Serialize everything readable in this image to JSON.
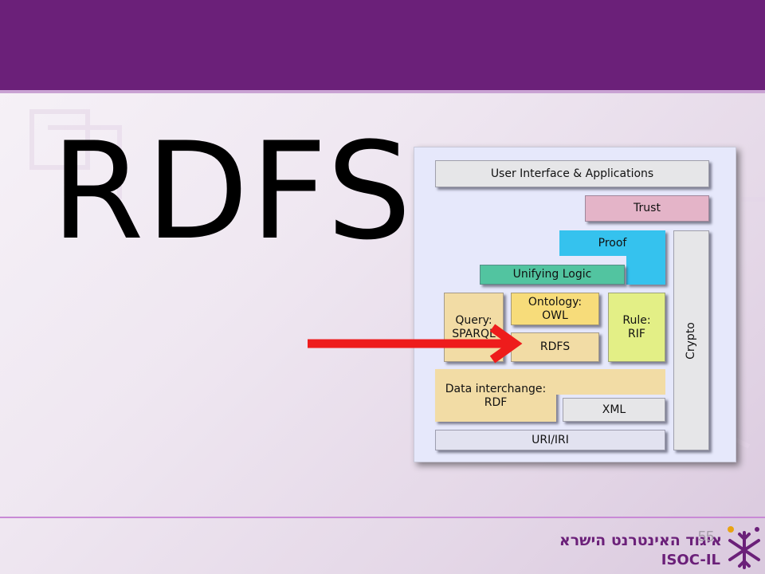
{
  "slide": {
    "title": "RDFS",
    "page_number": "55"
  },
  "stack_diagram": {
    "layers": {
      "ui": "User Interface & Applications",
      "trust": "Trust",
      "proof": "Proof",
      "crypto": "Crypto",
      "unifying_logic": "Unifying Logic",
      "query_line1": "Query:",
      "query_line2": "SPARQL",
      "ontology_line1": "Ontology:",
      "ontology_line2": "OWL",
      "rdfs": "RDFS",
      "rule_line1": "Rule:",
      "rule_line2": "RIF",
      "data_line1": "Data interchange:",
      "data_line2": "RDF",
      "xml": "XML",
      "uri": "URI/IRI"
    },
    "highlighted_layer": "RDFS"
  },
  "logo": {
    "hebrew": "איגוד האינטרנט הישראלי",
    "latin": "ISOC-IL"
  },
  "colors": {
    "header": "#6b2079",
    "arrow": "#ee1c1c",
    "proof": "#35c2ee",
    "unifying_logic": "#52c4a0",
    "ontology": "#f7dc7a",
    "rule": "#e3ef86",
    "trust": "#e4b4c8"
  }
}
